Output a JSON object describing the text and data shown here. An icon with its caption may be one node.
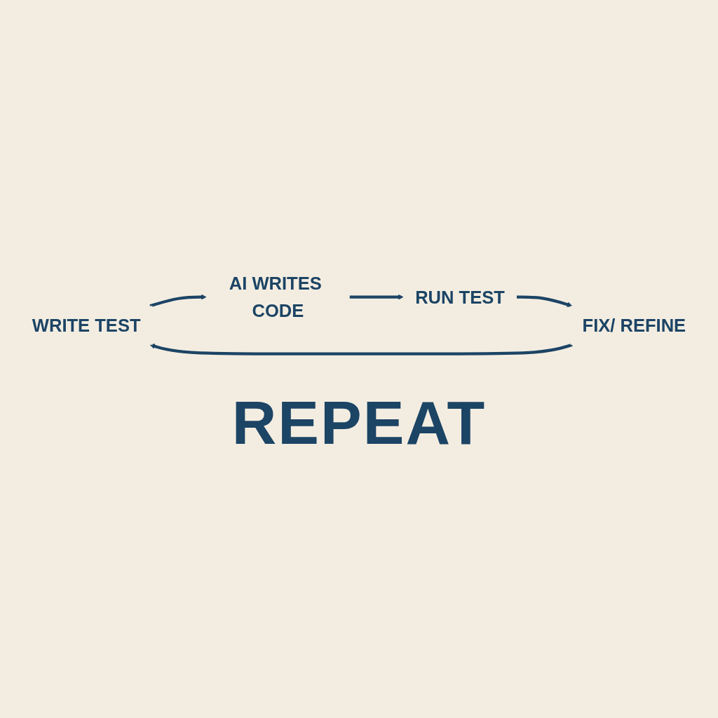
{
  "diagram": {
    "nodes": [
      {
        "text": [
          "WRITE TEST"
        ]
      },
      {
        "text": [
          "AI WRITES CODE"
        ]
      },
      {
        "text": [
          "RUN TEST"
        ]
      },
      {
        "text": [
          "FIX/ REFINE"
        ]
      }
    ],
    "edges": [
      {
        "from": 0,
        "to": 1,
        "arrow": "to"
      },
      {
        "from": 1,
        "to": 2,
        "arrow": "to"
      },
      {
        "from": 2,
        "to": 3,
        "arrow": "to"
      },
      {
        "from": 3,
        "to": 0,
        "arrow": "to"
      }
    ],
    "labels": [
      "REPEAT"
    ]
  }
}
